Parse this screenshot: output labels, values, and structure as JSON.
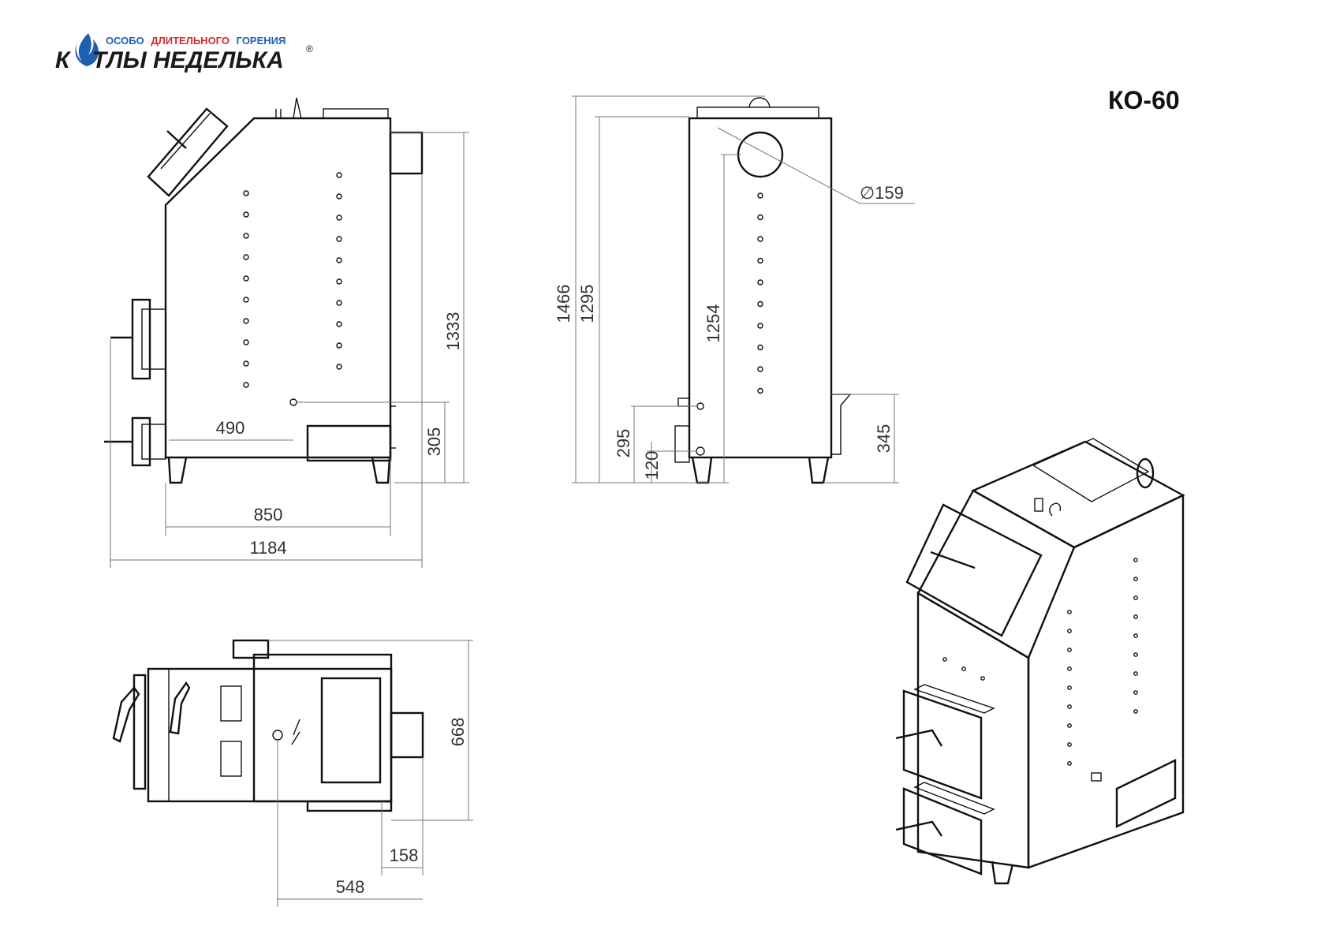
{
  "logo": {
    "tagline_part1": "ОСОБО",
    "tagline_part2": "ДЛИТЕЛЬНОГО",
    "tagline_part3": "ГОРЕНИЯ",
    "brand_part1": "К",
    "brand_part2": "ТЛЫ НЕДЕЛЬКА",
    "registered_mark": "®",
    "color_blue": "#1f5fb0",
    "color_red": "#d62828"
  },
  "model": "КО-60",
  "dimensions": {
    "side_height": "1333",
    "side_depth_body": "850",
    "side_depth_total": "1184",
    "side_inlet_offset": "490",
    "side_inlet_height": "305",
    "front_total_height": "1466",
    "front_body_height": "1295",
    "front_flue_height": "1254",
    "front_flue_diameter": "∅159",
    "front_return_height": "295",
    "front_drain_height": "120",
    "front_flange_height": "345",
    "top_width": "668",
    "top_depth": "548",
    "top_flue_offset": "158"
  }
}
